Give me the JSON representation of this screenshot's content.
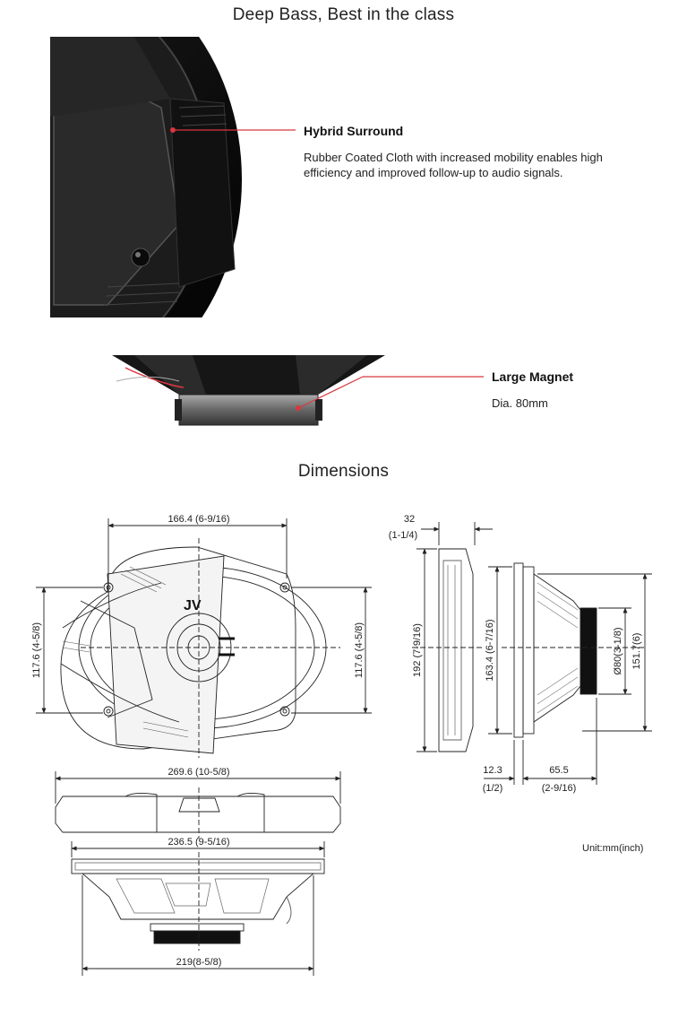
{
  "headings": {
    "top": "Deep Bass, Best in the class",
    "dimensions": "Dimensions"
  },
  "features": [
    {
      "title": "Hybrid Surround",
      "desc_line1": "Rubber Coated Cloth with increased mobility enables high",
      "desc_line2": "efficiency and improved follow-up to audio signals."
    },
    {
      "title": "Large Magnet",
      "desc": "Dia. 80mm"
    }
  ],
  "brand_mark": "JV",
  "dimensions": {
    "front_width": "166.4 (6-9/16)",
    "front_height_left": "117.6 (4-5/8)",
    "front_height_right": "117.6 (4-5/8)",
    "side_depth": "32",
    "side_depth_inch": "(1-1/4)",
    "side_height": "192 (7-9/16)",
    "side_inner_height": "163.4 (6-7/16)",
    "magnet_dia": "Ø80(3-1/8)",
    "side_total": "151.7(6)",
    "offset_a": "12.3",
    "offset_a_inch": "(1/2)",
    "offset_b": "65.5",
    "offset_b_inch": "(2-9/16)",
    "overall_width": "269.6 (10-5/8)",
    "mount_width": "236.5 (9-5/16)",
    "bottom_width": "219(8-5/8)",
    "unit": "Unit:mm(inch)"
  },
  "colors": {
    "accent_line": "#d9373f",
    "speaker_dark": "#151515"
  }
}
